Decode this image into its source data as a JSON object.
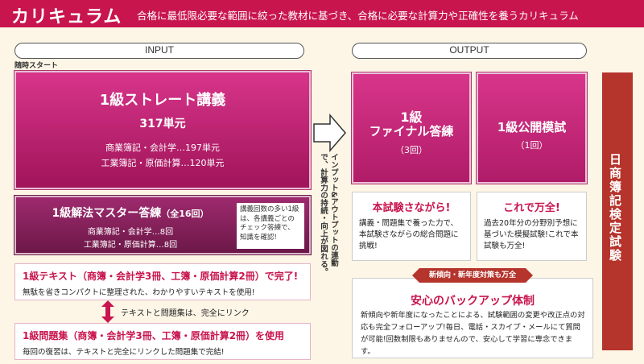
{
  "header": {
    "title": "カリキュラム",
    "subtitle": "合格に最低限必要な範囲に絞った教材に基づき、合格に必要な計算力や正確性を養うカリキュラム"
  },
  "input_label": "INPUT",
  "output_label": "OUTPUT",
  "start_note": "随時スタート",
  "main_course": {
    "title": "1級ストレート講義",
    "units": "317単元",
    "line1": "商業簿記・会計学…197単元",
    "line2": "工業簿記・原価計算…120単元"
  },
  "drill": {
    "title": "1級解法マスター答練",
    "count": "（全16回）",
    "line1": "商業簿記・会計学…8回",
    "line2": "工業簿記・原価計算…8回"
  },
  "drill_note": "講義回数の多い1級は、各講義ごとのチェック答練で、知識を確認!",
  "arrow_text": {
    "col1": "インプット&アウトプットの連動で、",
    "col2": "計算力の持続・向上が図れる。"
  },
  "final": {
    "title1": "1級",
    "title2": "ファイナル答練",
    "count": "（3回）",
    "heading": "本試験さながら!",
    "desc": "講義・問題集で養った力で、本試験さながらの総合問題に挑戦!"
  },
  "mock": {
    "title": "1級公開模試",
    "count": "（1回）",
    "heading": "これで万全!",
    "desc": "過去20年分の分野別予想に基づいた模擬試験!これで本試験も万全!"
  },
  "exam_label": "日商簿記検定試験",
  "text_box": {
    "title": "1級テキスト（商簿・会計学3冊、工簿・原価計算2冊）で完了!",
    "desc": "無駄を省きコンパクトに整理された、わかりやすいテキストを使用!"
  },
  "link_note": "テキストと問題集は、完全にリンク",
  "problem_box": {
    "title": "1級問題集（商簿・会計学3冊、工簿・原価計算2冊）を使用",
    "desc": "毎回の復習は、テキストと完全にリンクした問題集で完結!"
  },
  "backup": {
    "badge": "新傾向・新年度対策も万全",
    "title": "安心のバックアップ体制",
    "desc": "新傾向や新年度になったことによる、試験範囲の変更や改正点の対応も完全フォローアップ!毎日、電話・スカイプ・メールにて質問が可能!回数制限もありませんので、安心して学習に専念できます。"
  },
  "colors": {
    "accent": "#c8154e",
    "background": "#fdf6e6",
    "exam_bar": "#b5342c"
  }
}
